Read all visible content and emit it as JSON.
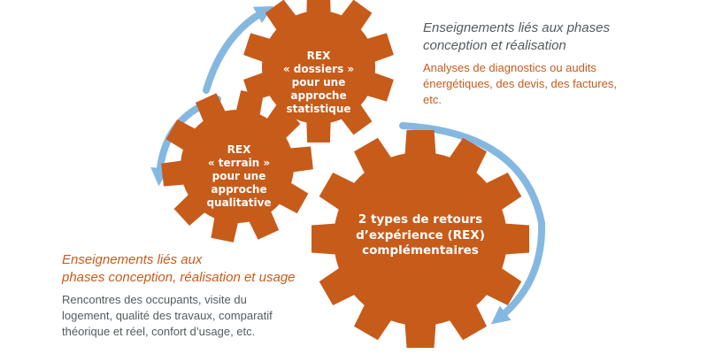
{
  "colors": {
    "gear": "#c75b1a",
    "arrow": "#85b8e0",
    "accent_text": "#c75b1a",
    "gray_text": "#555a5f"
  },
  "gears": {
    "top": {
      "lines": [
        "REX",
        "« dossiers »",
        "pour une",
        "approche",
        "statistique"
      ]
    },
    "left": {
      "lines": [
        "REX",
        "« terrain »",
        "pour une",
        "approche",
        "qualitative"
      ]
    },
    "big": {
      "lines": [
        "2 types de retours",
        "d’expérience (REX)",
        "complémentaires"
      ]
    }
  },
  "captions": {
    "top": {
      "heading": [
        "Enseignements liés aux phases",
        "conception et réalisation"
      ],
      "body": [
        "Analyses de diagnostics ou audits",
        "énergétiques, des devis, des factures,",
        "etc."
      ]
    },
    "bottom": {
      "heading": [
        "Enseignements liés aux",
        "phases conception, réalisation et usage"
      ],
      "body": [
        "Rencontres des occupants, visite du",
        "logement, qualité des travaux, comparatif",
        "théorique et réel, confort d’usage, etc."
      ]
    }
  }
}
